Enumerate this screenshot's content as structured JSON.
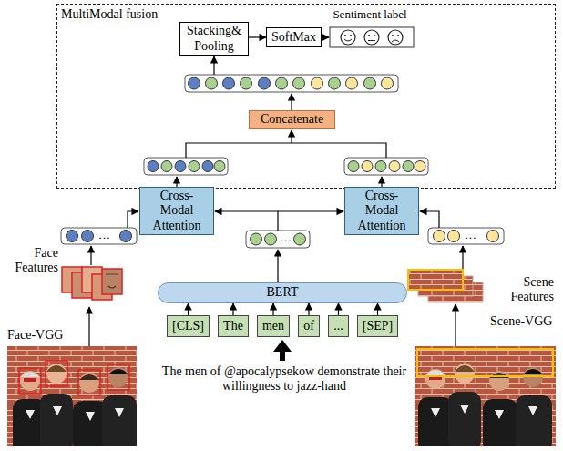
{
  "diagram": {
    "nodes": [
      {
        "text": [
          "MultiModal fusion"
        ]
      },
      {
        "text": [
          "Stacking& Pooling"
        ],
        "in": 0
      },
      {
        "text": [
          "SoftMax"
        ],
        "in": 0
      },
      {
        "text": [
          "Concatenate"
        ],
        "in": 0
      },
      {
        "text": [
          "Cross-Modal Attention"
        ]
      },
      {
        "text": [
          "Cross-Modal Attention"
        ]
      },
      {
        "text": [
          "BERT"
        ]
      },
      {
        "text": [
          "[CLS]"
        ]
      },
      {
        "text": [
          "The"
        ]
      },
      {
        "text": [
          "men"
        ]
      },
      {
        "text": [
          "of"
        ]
      },
      {
        "text": [
          "..."
        ]
      },
      {
        "text": [
          "[SEP]"
        ]
      }
    ],
    "edges": [
      {
        "from": 1,
        "to": 2,
        "arrow": "to"
      },
      {
        "from": 7,
        "to": 6,
        "arrow": "to"
      },
      {
        "from": 8,
        "to": 6,
        "arrow": "to"
      },
      {
        "from": 9,
        "to": 6,
        "arrow": "to"
      },
      {
        "from": 10,
        "to": 6,
        "arrow": "to"
      },
      {
        "from": 11,
        "to": 6,
        "arrow": "to"
      },
      {
        "from": 12,
        "to": 6,
        "arrow": "to"
      }
    ],
    "labels": [
      "Sentiment label",
      "…",
      "Face Features",
      "Face-VGG",
      "…",
      "The men of @apocalypsekow demonstrate their willingness to jazz-hand",
      "…",
      "Scene Features",
      "Scene-VGG"
    ]
  }
}
